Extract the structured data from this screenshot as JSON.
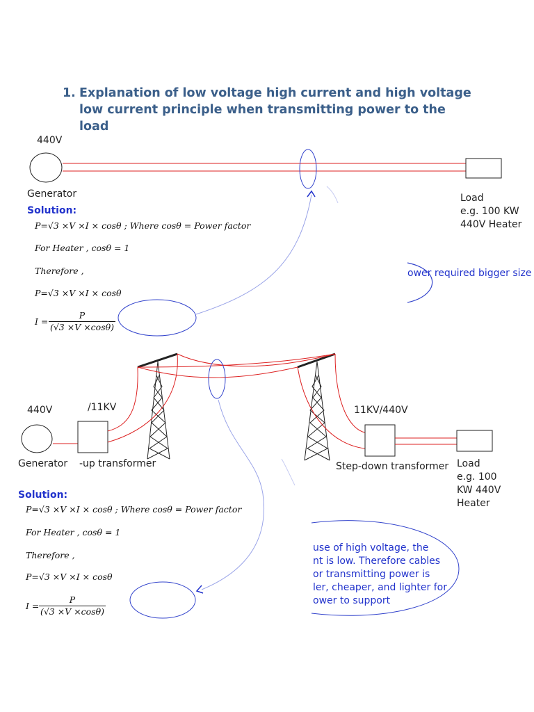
{
  "heading": {
    "number": "1.",
    "text": "Explanation of low voltage high current and high voltage low current principle when transmitting power to the load"
  },
  "diagram1": {
    "voltage": "440V",
    "generator_label": "Generator",
    "load_lines": [
      "Load",
      "e.g. 100 KW",
      "440V Heater"
    ],
    "solution_label": "Solution:",
    "eq1": "P=√3 ×V ×I × cosθ ; Where cosθ = Power factor",
    "eq2": "For Heater , cosθ = 1",
    "eq3": "Therefore ,",
    "eq4": "P=√3 ×V ×I × cosθ",
    "eq5_lhs": "I =",
    "eq5_num": "P",
    "eq5_den": "(√3 ×V ×cosθ)",
    "note": "ower required bigger size"
  },
  "diagram2": {
    "voltage_left": "440V",
    "stepup_ratio": "/11KV",
    "stepdown_ratio": "11KV/440V",
    "generator_label": "Generator",
    "stepup_label": "-up transformer",
    "stepdown_label": "Step-down transformer",
    "load_lines": [
      "Load",
      "e.g. 100",
      "KW 440V",
      "Heater"
    ],
    "solution_label": "Solution:",
    "eq1": "P=√3 ×V ×I × cosθ ; Where cosθ = Power factor",
    "eq2": "For Heater , cosθ = 1",
    "eq3": "Therefore ,",
    "eq4": "P=√3 ×V ×I × cosθ",
    "eq5_lhs": "I =",
    "eq5_num": "P",
    "eq5_den": "(√3 ×V ×cosθ)",
    "note_lines": [
      "use of high voltage, the",
      "nt is low. Therefore cables",
      "or transmitting power is",
      "ler, cheaper, and lighter for",
      "ower to support"
    ]
  },
  "colors": {
    "heading": "#3b5f8a",
    "wire": "#dd2222",
    "annotation": "#2233cc"
  }
}
